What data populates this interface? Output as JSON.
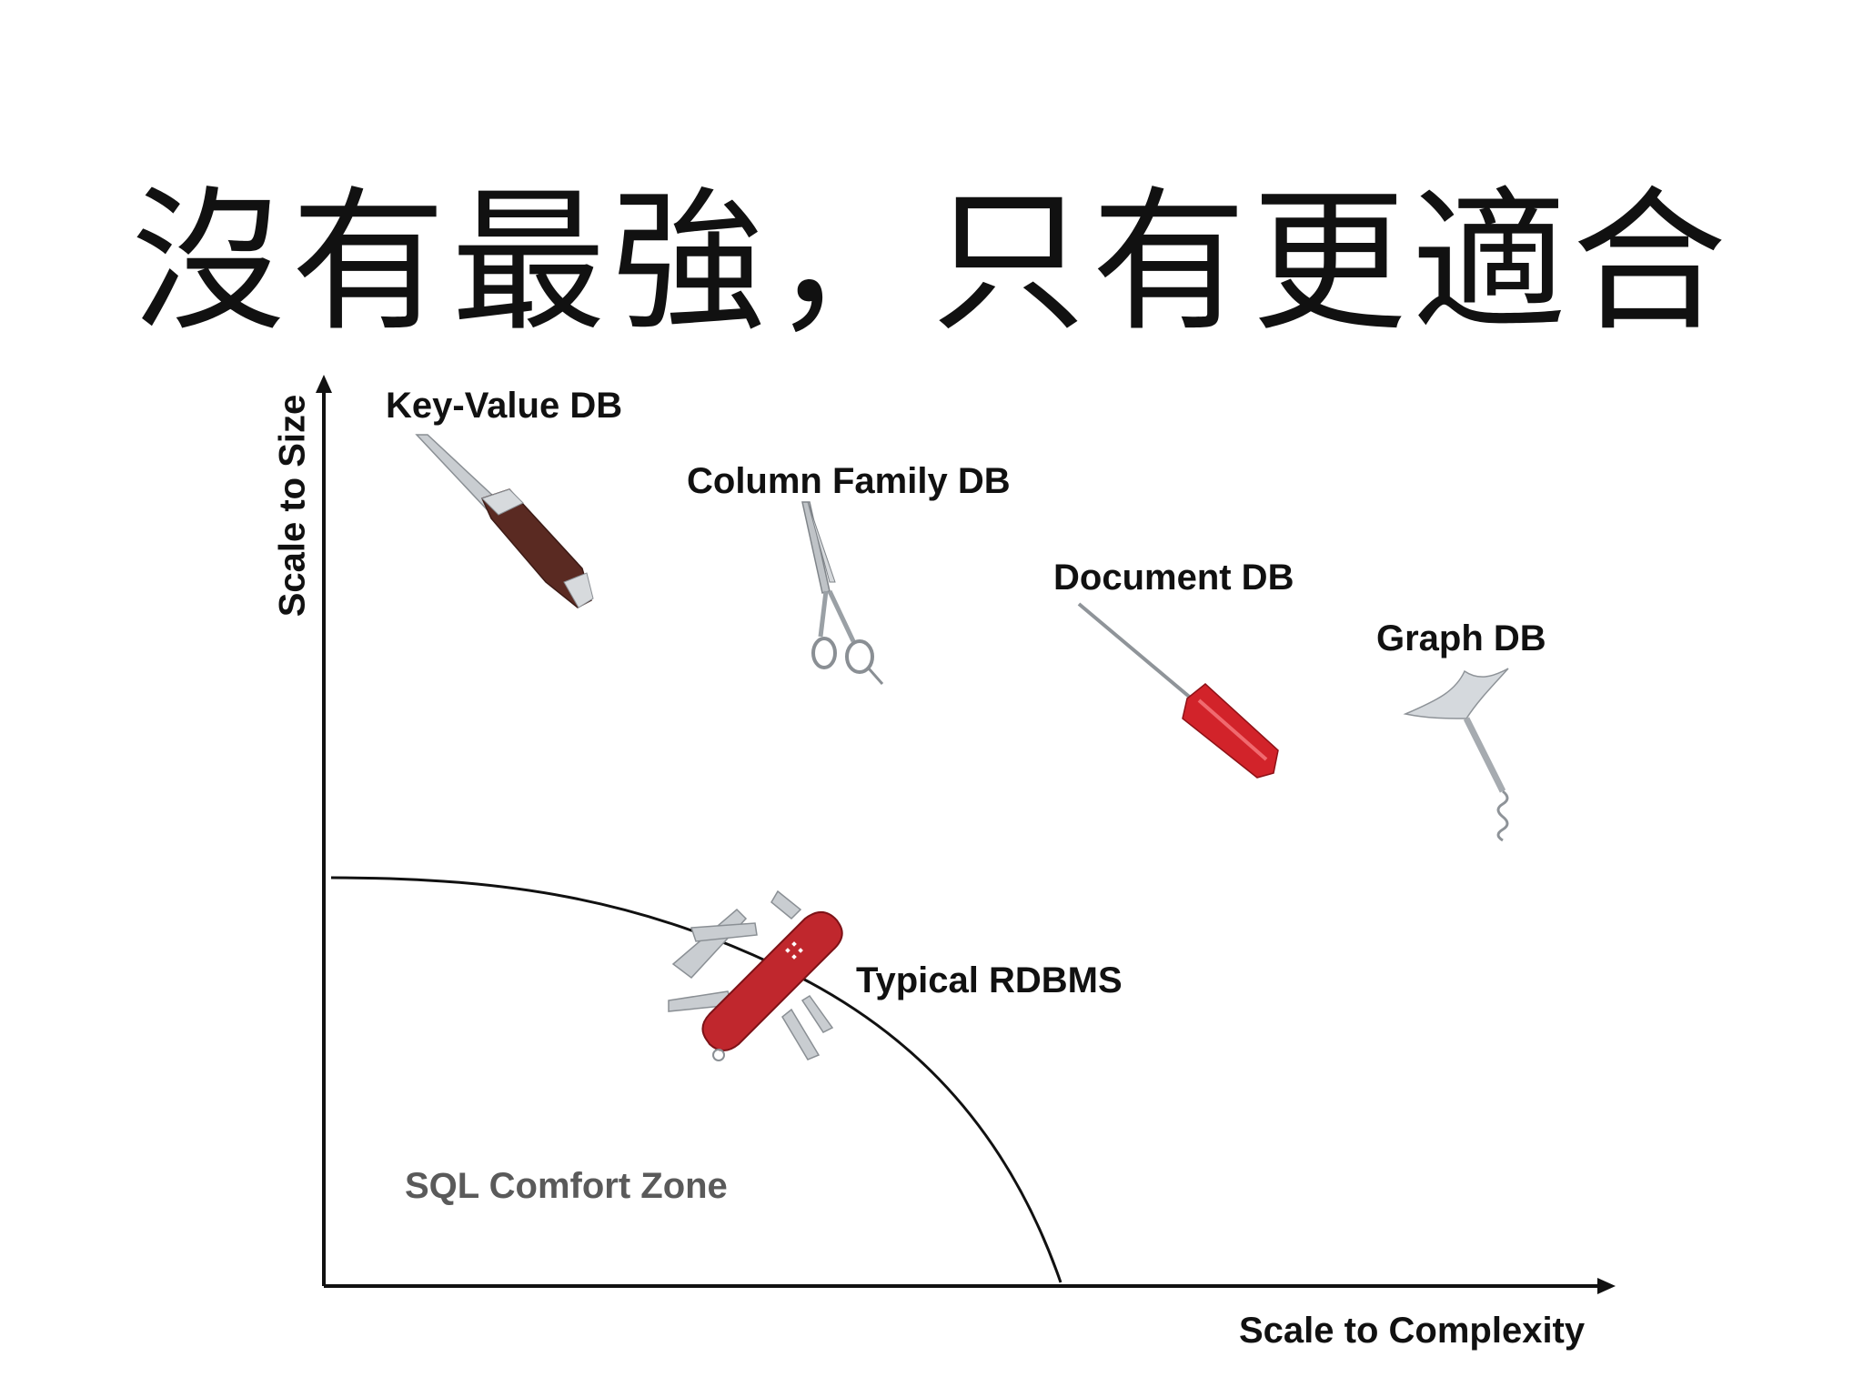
{
  "slide": {
    "title": "沒有最強，只有更適合"
  },
  "axes": {
    "x_label": "Scale to Complexity",
    "y_label": "Scale to Size"
  },
  "zone_label": "SQL Comfort Zone",
  "databases": {
    "key_value": {
      "label": "Key-Value DB",
      "icon": "pocket-knife-icon"
    },
    "column_family": {
      "label": "Column Family DB",
      "icon": "scissors-icon"
    },
    "document": {
      "label": "Document DB",
      "icon": "screwdriver-icon"
    },
    "graph": {
      "label": "Graph DB",
      "icon": "corkscrew-icon"
    },
    "rdbms": {
      "label": "Typical RDBMS",
      "icon": "swiss-army-knife-icon"
    }
  },
  "colors": {
    "text": "#111111",
    "zone_text": "#5a5a5a",
    "swiss_red": "#c0272d",
    "screwdriver_red": "#d2232a",
    "steel": "#b8bcc0",
    "wood": "#5a2a22"
  }
}
